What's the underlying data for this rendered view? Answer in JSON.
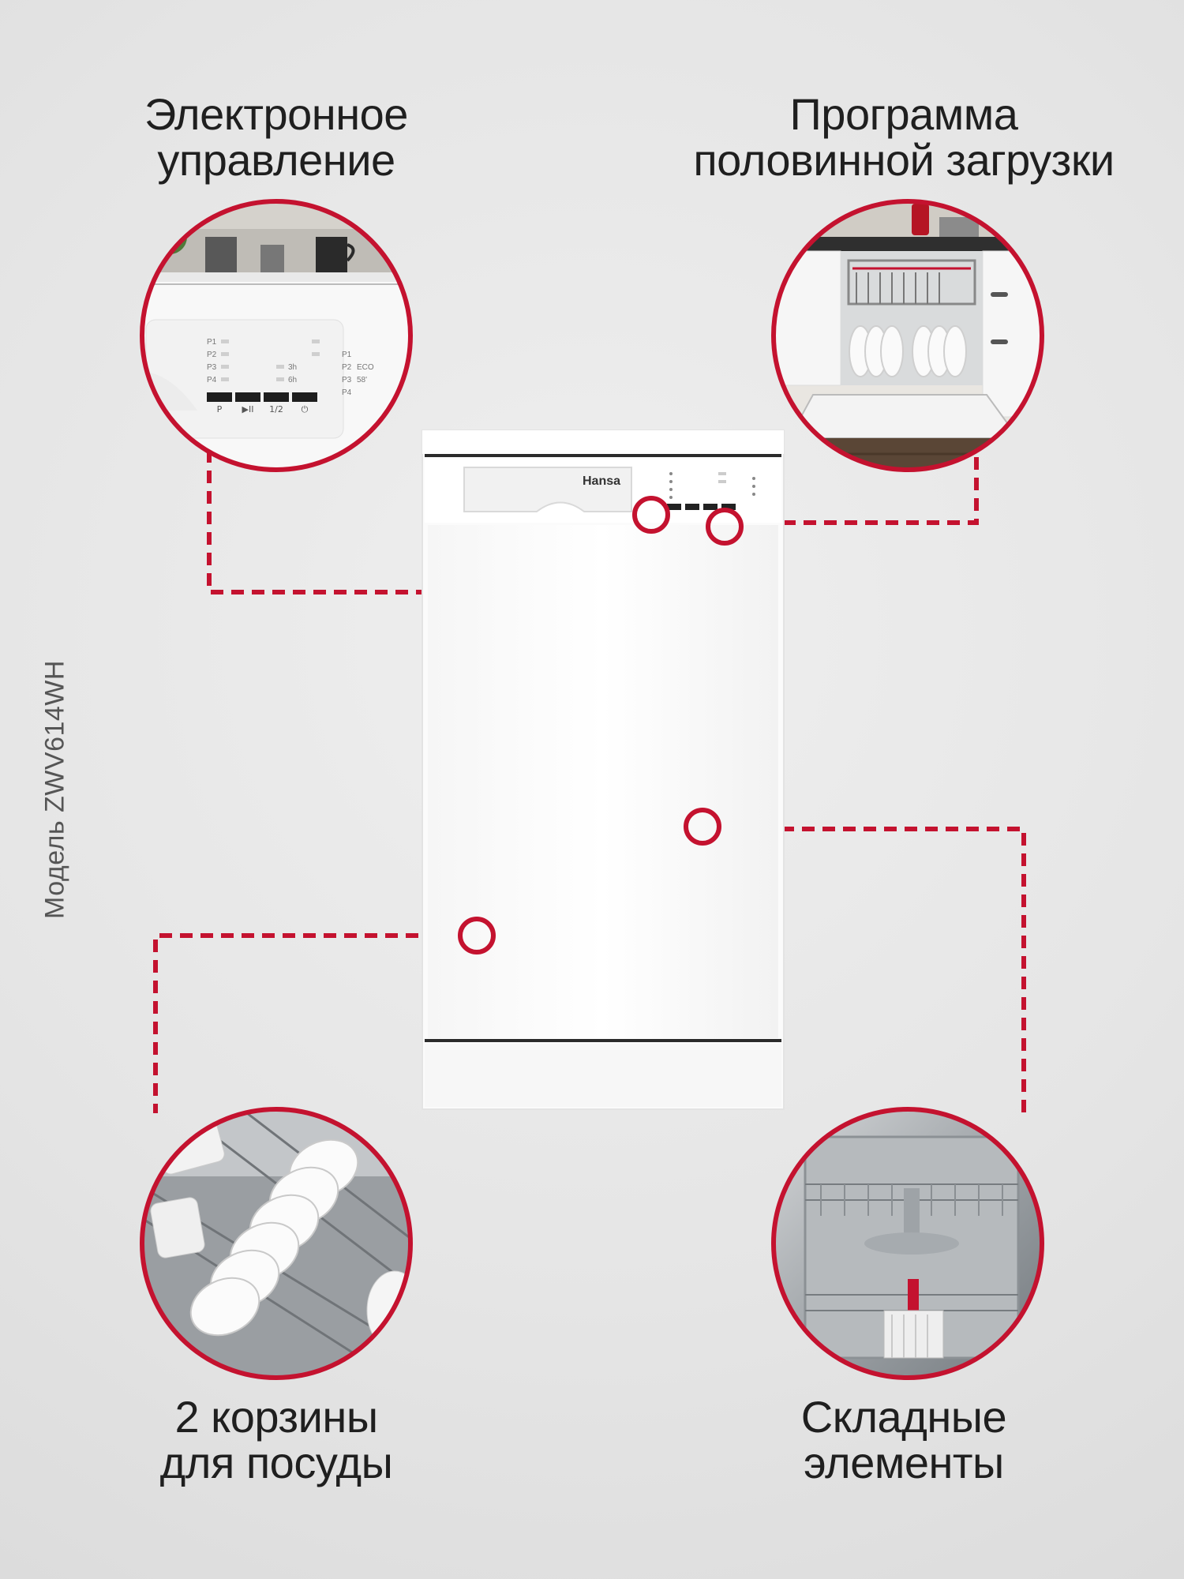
{
  "model_label": "Модель ZWV614WH",
  "brand_logo_text": "Hansa",
  "features": {
    "electronic_control": {
      "line1": "Электронное",
      "line2": "управление"
    },
    "half_load": {
      "line1": "Программа",
      "line2": "половинной загрузки"
    },
    "two_baskets": {
      "line1": "2 корзины",
      "line2": "для посуды"
    },
    "folding_elements": {
      "line1": "Складные",
      "line2": "элементы"
    }
  },
  "control_panel": {
    "programs_left": [
      "P1",
      "P2",
      "P3",
      "P4"
    ],
    "programs_right": [
      "P1",
      "P2",
      "P3",
      "P4"
    ],
    "program_right_values": [
      "",
      "ECO",
      "58'",
      ""
    ],
    "time_labels": [
      "3h",
      "6h"
    ],
    "button_labels": [
      "P",
      "▶II",
      "1/2",
      "⏻"
    ]
  },
  "colors": {
    "accent": "#c4122f",
    "background": "#e7e7e7",
    "text": "#1f1f1f"
  }
}
